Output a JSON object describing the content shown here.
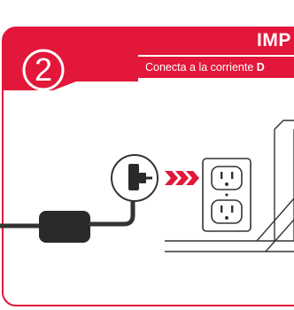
{
  "step": {
    "number": "2"
  },
  "header": {
    "title": "IMP",
    "subtitle_lead": "Conecta a la corriente",
    "subtitle_emph": "D"
  },
  "colors": {
    "accent": "#e2173a",
    "ink": "#222222"
  },
  "illustration": {
    "icons": [
      "power-adapter-icon",
      "plug-connector-icon",
      "chevrons-right-icon",
      "wall-outlet-icon"
    ]
  }
}
